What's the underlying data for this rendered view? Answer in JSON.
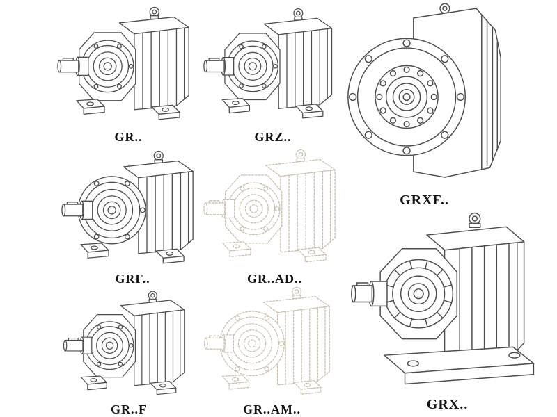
{
  "page": {
    "background": "#ffffff",
    "line_color": "#4d4d4d",
    "ghost_line_color": "#c8bfae"
  },
  "catalog": {
    "items": [
      {
        "label": "GR.."
      },
      {
        "label": "GRZ.."
      },
      {
        "label": "GRXF.."
      },
      {
        "label": "GRF.."
      },
      {
        "label": "GR..AD.."
      },
      {
        "label": "GRX.."
      },
      {
        "label": "GR..F"
      },
      {
        "label": "GR..AM.."
      }
    ]
  }
}
